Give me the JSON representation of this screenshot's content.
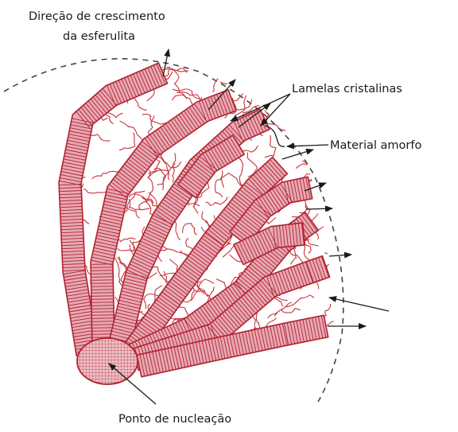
{
  "labels": {
    "growth_direction_line1": "Direção de crescimento",
    "growth_direction_line2": "da esferulita",
    "crystalline_lamellae": "Lamelas cristalinas",
    "amorphous_material": "Material amorfo",
    "nucleation_point": "Ponto de nucleação"
  },
  "colors": {
    "lamella_fill": "#e7a9b4",
    "lamella_stripe": "#b0232f",
    "outline": "#b0232f",
    "amorphous_chain": "#c8323a",
    "pointer": "#1a1a1a",
    "boundary": "#444444",
    "nucleus_fill": "#ecc0c8"
  }
}
